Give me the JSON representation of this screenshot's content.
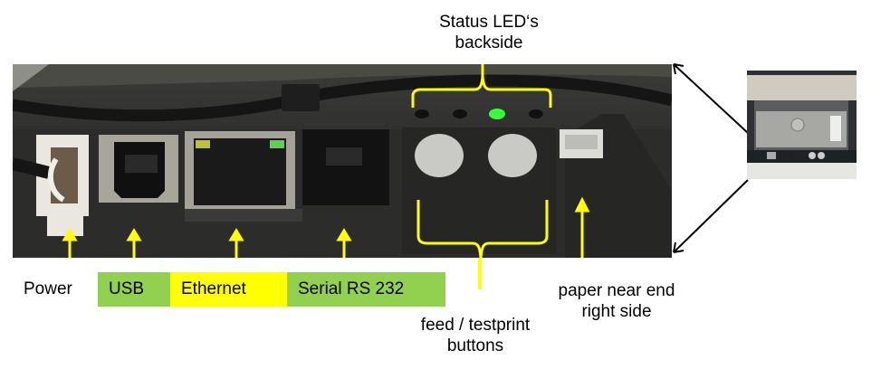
{
  "captions": {
    "status_leds": [
      "Status LED‘s",
      "backside"
    ],
    "feed_buttons": [
      "feed / testprint",
      "buttons"
    ],
    "paper_sensor": [
      "paper near end",
      "right side"
    ]
  },
  "port_labels": {
    "power": "Power",
    "usb": "USB",
    "ethernet": "Ethernet",
    "serial": "Serial RS 232"
  },
  "colors": {
    "annotation_yellow": "#ffff00",
    "label_green": "#92d050",
    "label_yellow": "#ffff00",
    "led_green": "#39ff3a",
    "arrow_black": "#000000"
  },
  "images": {
    "main_photo": "printer-rear-ports-closeup",
    "thumbnail": "printer-rear-overview"
  }
}
